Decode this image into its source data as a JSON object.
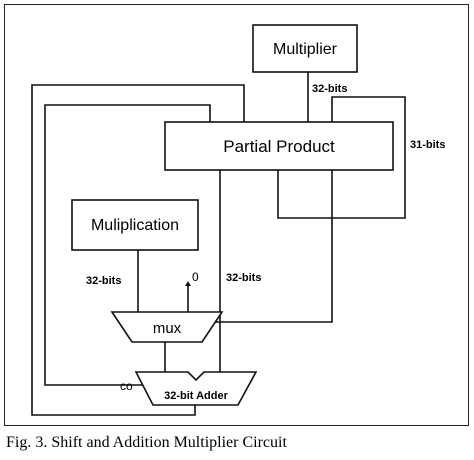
{
  "diagram": {
    "multiplier_label": "Multiplier",
    "partial_product_label": "Partial Product",
    "multiplication_label": "Muliplication",
    "mux_label": "mux",
    "adder_label": "32-bit Adder",
    "bus_multiplier": "32-bits",
    "bus_partial": "31-bits",
    "bus_mux_in": "32-bits",
    "bus_adder_in": "32-bits",
    "zero_input": "0",
    "carry_out": "co"
  },
  "caption": "Fig. 3. Shift and Addition Multiplier Circuit"
}
